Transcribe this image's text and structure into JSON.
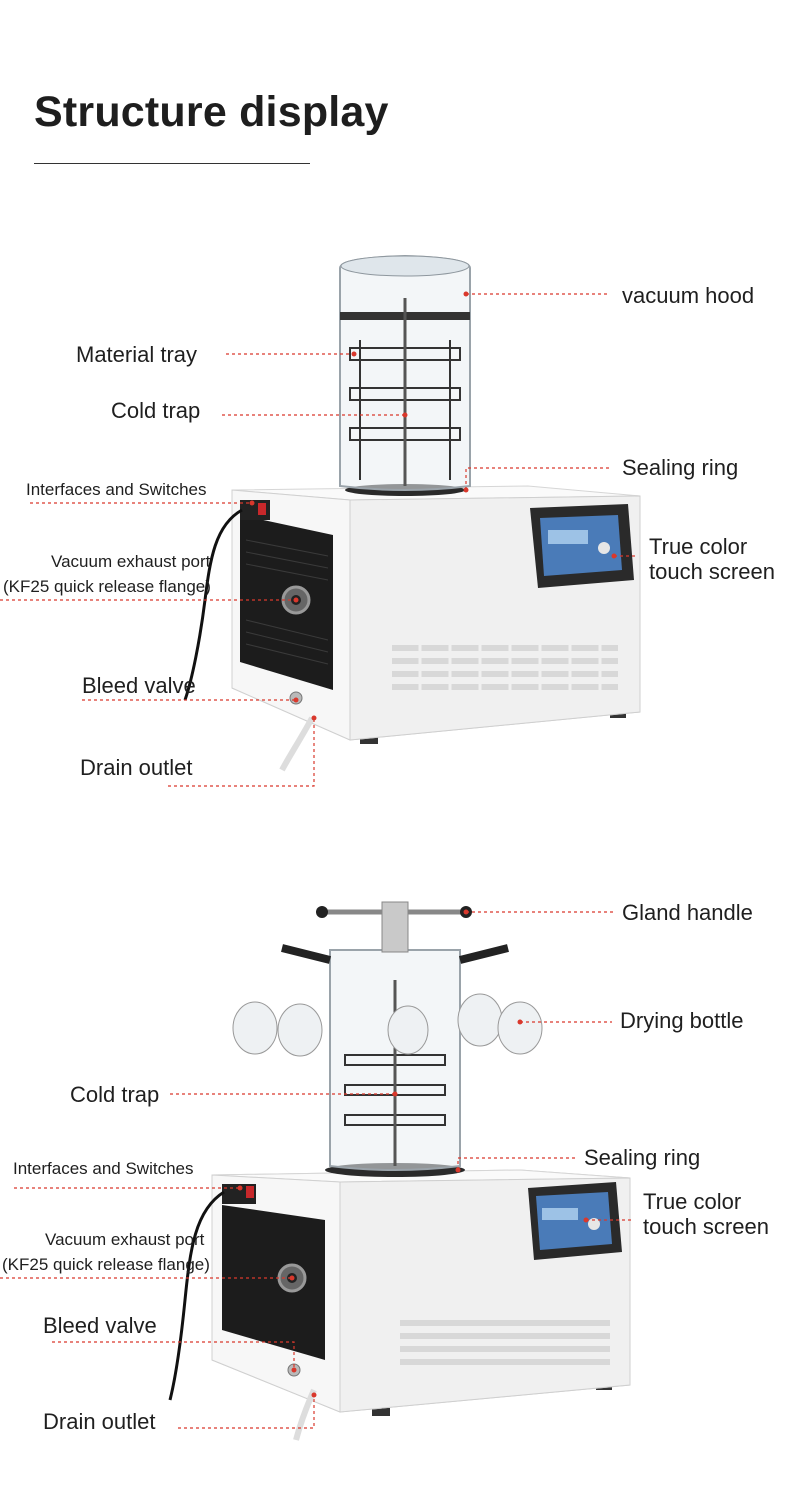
{
  "heading": "Structure display",
  "figure1": {
    "labels": {
      "vacuum_hood": "vacuum hood",
      "material_tray": "Material tray",
      "cold_trap": "Cold trap",
      "sealing_ring": "Sealing ring",
      "interfaces": "Interfaces and Switches",
      "exhaust_line1": "Vacuum exhaust port",
      "exhaust_line2": "(KF25 quick release flange)",
      "screen_line1": "True color",
      "screen_line2": "touch screen",
      "bleed_valve": "Bleed valve",
      "drain_outlet": "Drain outlet"
    }
  },
  "figure2": {
    "labels": {
      "gland_handle": "Gland handle",
      "drying_bottle": "Drying bottle",
      "cold_trap": "Cold trap",
      "sealing_ring": "Sealing ring",
      "interfaces": "Interfaces and Switches",
      "exhaust_line1": "Vacuum exhaust port",
      "exhaust_line2": "(KF25 quick release flange)",
      "screen_line1": "True color",
      "screen_line2": "touch screen",
      "bleed_valve": "Bleed valve",
      "drain_outlet": "Drain outlet"
    }
  },
  "colors": {
    "leader": "#d9382c",
    "machine_body": "#f4f4f4",
    "panel": "#1a1a1a",
    "screen": "#4a7bb8"
  }
}
